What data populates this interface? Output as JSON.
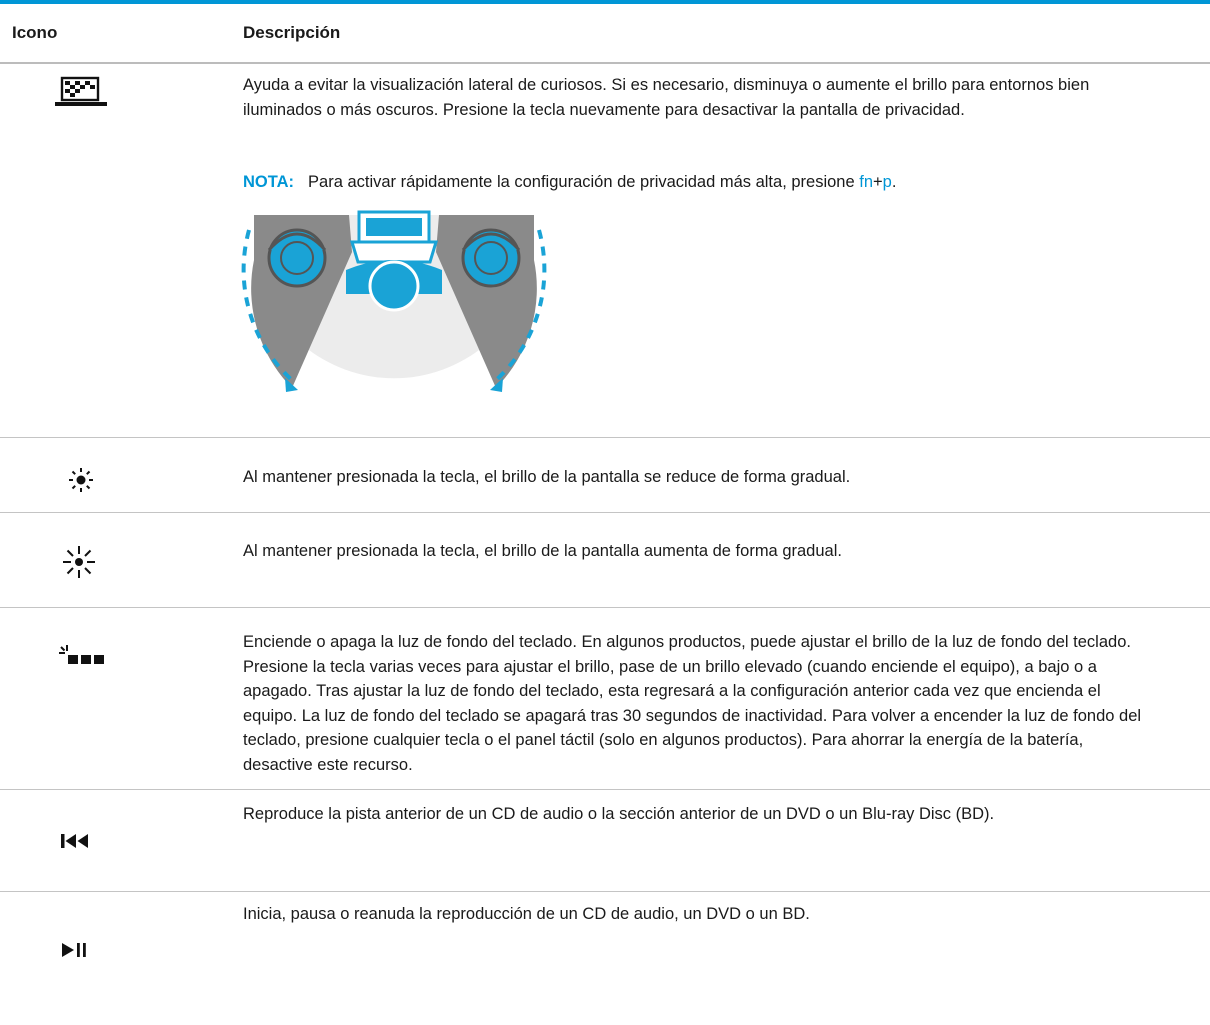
{
  "colors": {
    "accent": "#0096d6",
    "figure_gray": "#808080",
    "figure_light": "#e6e6e6",
    "figure_blue": "#1aa3d6"
  },
  "header": {
    "col_icon": "Icono",
    "col_desc": "Descripción"
  },
  "rows": [
    {
      "icon": "privacy-screen-icon",
      "desc": "Ayuda a evitar la visualización lateral de curiosos. Si es necesario, disminuya o aumente el brillo para entornos bien iluminados o más oscuros. Presione la tecla nuevamente para desactivar la pantalla de privacidad.",
      "note": {
        "label": "NOTA:",
        "text": "Para activar rápidamente la configuración de privacidad más alta, presione ",
        "key1": "fn",
        "plus": "+",
        "key2": "p",
        "end": "."
      }
    },
    {
      "icon": "brightness-down-icon",
      "desc": "Al mantener presionada la tecla, el brillo de la pantalla se reduce de forma gradual."
    },
    {
      "icon": "brightness-up-icon",
      "desc": "Al mantener presionada la tecla, el brillo de la pantalla aumenta de forma gradual."
    },
    {
      "icon": "keyboard-backlight-icon",
      "desc": "Enciende o apaga la luz de fondo del teclado. En algunos productos, puede ajustar el brillo de la luz de fondo del teclado. Presione la tecla varias veces para ajustar el brillo, pase de un brillo elevado (cuando enciende el equipo), a bajo o a apagado. Tras ajustar la luz de fondo del teclado, esta regresará a la configuración anterior cada vez que encienda el equipo. La luz de fondo del teclado se apagará tras 30 segundos de inactividad. Para volver a encender la luz de fondo del teclado, presione cualquier tecla o el panel táctil (solo en algunos productos). Para ahorrar la energía de la batería, desactive este recurso."
    },
    {
      "icon": "previous-track-icon",
      "desc": "Reproduce la pista anterior de un CD de audio o la sección anterior de un DVD o un Blu-ray Disc (BD)."
    },
    {
      "icon": "play-pause-icon",
      "desc": "Inicia, pausa o reanuda la reproducción de un CD de audio, un DVD o un BD."
    }
  ]
}
